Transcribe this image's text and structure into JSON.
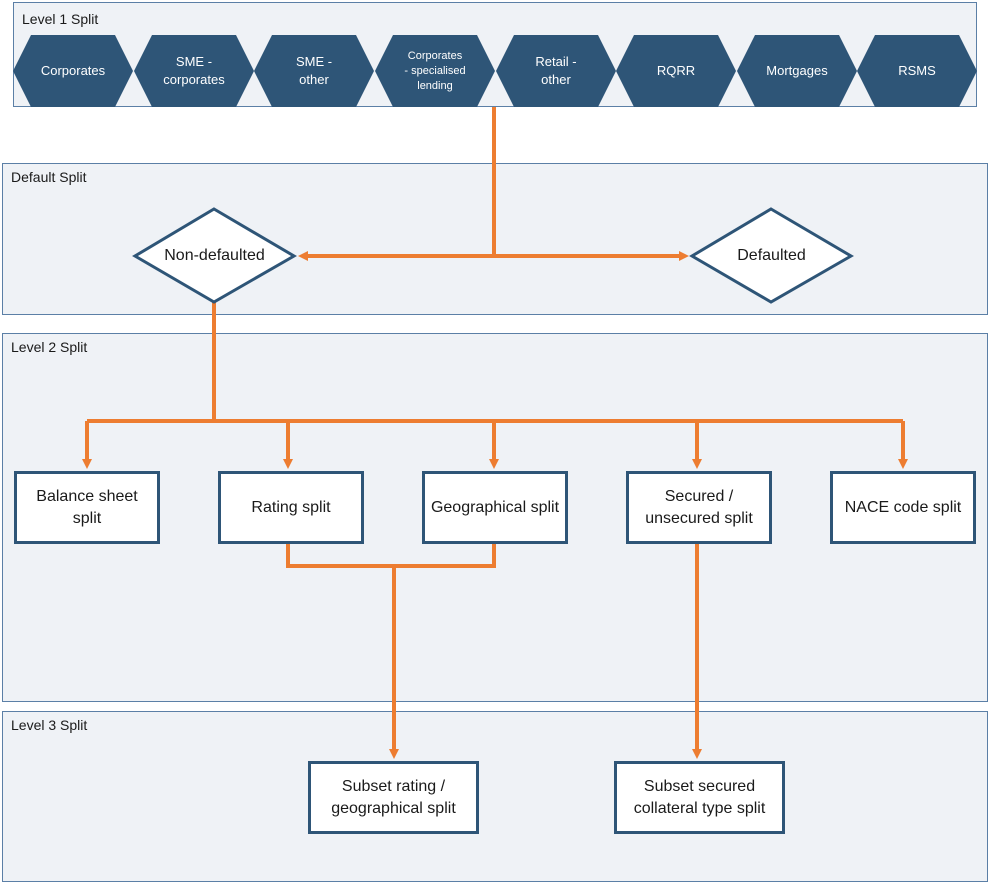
{
  "panels": {
    "level1": "Level 1 Split",
    "default": "Default Split",
    "level2": "Level 2 Split",
    "level3": "Level 3 Split"
  },
  "level1_items": [
    "Corporates",
    "SME -\ncorporates",
    "SME -\nother",
    "Corporates\n- specialised\nlending",
    "Retail -\nother",
    "RQRR",
    "Mortgages",
    "RSMS"
  ],
  "default_split": {
    "non_defaulted": "Non-defaulted",
    "defaulted": "Defaulted"
  },
  "level2_items": {
    "balance_sheet": "Balance sheet\nsplit",
    "rating": "Rating split",
    "geographical": "Geographical split",
    "secured": "Secured /\nunsecured split",
    "nace": "NACE code split"
  },
  "level3_items": {
    "subset_rating": "Subset rating /\ngeographical split",
    "subset_secured": "Subset secured\ncollateral type split"
  },
  "colors": {
    "hexagon": "#2e5577",
    "border": "#2e5577",
    "connector": "#ed7d31",
    "panel_bg": "#eff2f6"
  }
}
